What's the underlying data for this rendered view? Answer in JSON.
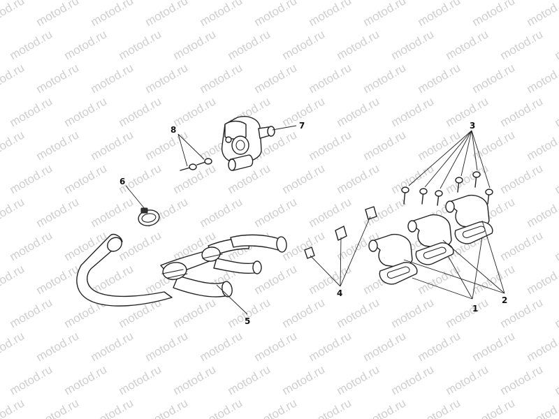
{
  "watermark": {
    "text": "motod.ru"
  },
  "callouts": [
    {
      "id": "1",
      "label": "1"
    },
    {
      "id": "2",
      "label": "2"
    },
    {
      "id": "3",
      "label": "3"
    },
    {
      "id": "4",
      "label": "4"
    },
    {
      "id": "5",
      "label": "5"
    },
    {
      "id": "6",
      "label": "6"
    },
    {
      "id": "7",
      "label": "7"
    },
    {
      "id": "8",
      "label": "8"
    }
  ],
  "parts": [
    {
      "callout": "5",
      "icon": "hose-assembly-icon"
    },
    {
      "callout": "6",
      "icon": "hose-clamp-icon"
    },
    {
      "callout": "7",
      "icon": "air-valve-icon"
    },
    {
      "callout": "8",
      "icon": "screw-pair-icon"
    },
    {
      "callout": "3",
      "icon": "bolt-set-icon"
    },
    {
      "callout": "4",
      "icon": "clip-set-icon"
    },
    {
      "callout": "2",
      "icon": "pipe-fitting-set-icon"
    },
    {
      "callout": "1",
      "icon": "gasket-set-icon"
    }
  ]
}
